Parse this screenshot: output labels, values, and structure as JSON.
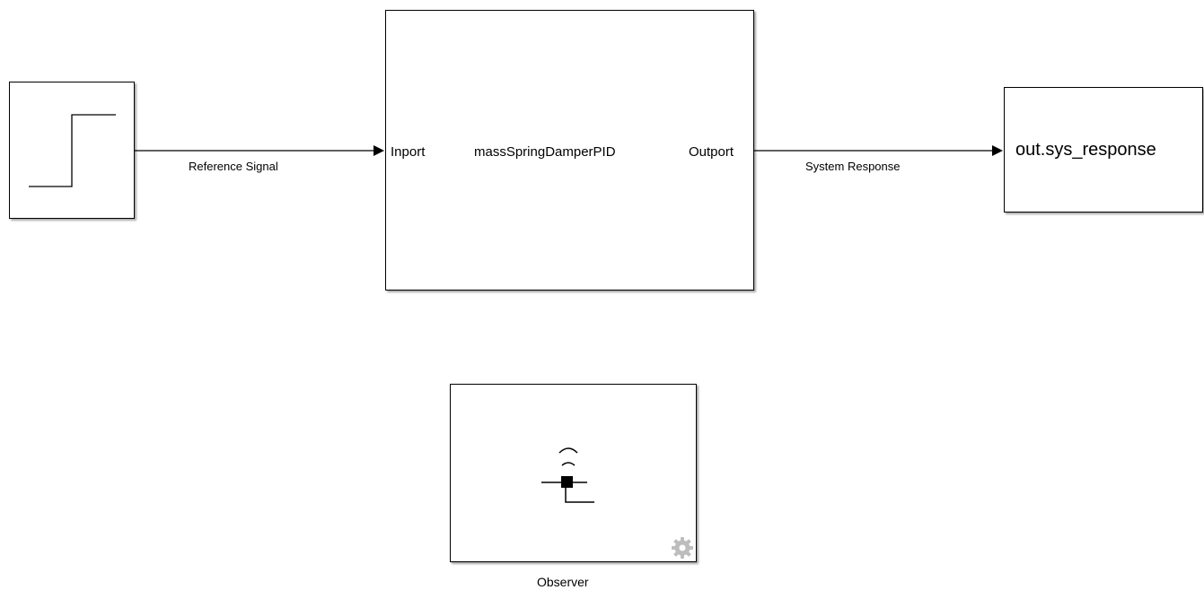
{
  "step_block": {
    "icon": "step-function-icon"
  },
  "subsystem": {
    "name": "massSpringDamperPID",
    "inport_label": "Inport",
    "outport_label": "Outport"
  },
  "signals": {
    "reference": "Reference Signal",
    "response": "System Response"
  },
  "output_block": {
    "label": "out.sys_response"
  },
  "observer": {
    "label": "Observer",
    "icon": "observer-icon",
    "settings_icon": "gear-icon"
  }
}
